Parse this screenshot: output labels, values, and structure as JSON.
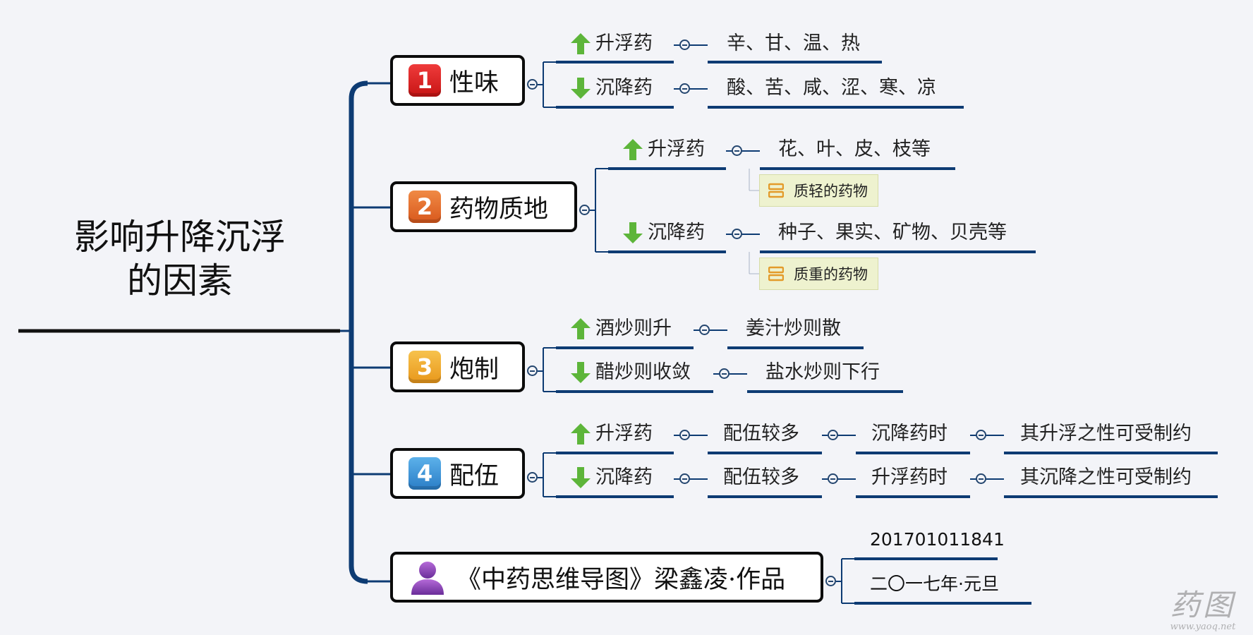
{
  "root": {
    "title": "影响升降沉浮\n的因素"
  },
  "topics": [
    {
      "badge": "1",
      "label": "性味",
      "branches": [
        {
          "direction": "up",
          "label": "升浮药",
          "items": [
            "辛、甘、温、热"
          ]
        },
        {
          "direction": "down",
          "label": "沉降药",
          "items": [
            "酸、苦、咸、涩、寒、凉"
          ]
        }
      ]
    },
    {
      "badge": "2",
      "label": "药物质地",
      "branches": [
        {
          "direction": "up",
          "label": "升浮药",
          "items": [
            "花、叶、皮、枝等"
          ],
          "note": "质轻的药物"
        },
        {
          "direction": "down",
          "label": "沉降药",
          "items": [
            "种子、果实、矿物、贝壳等"
          ],
          "note": "质重的药物"
        }
      ]
    },
    {
      "badge": "3",
      "label": "炮制",
      "branches": [
        {
          "direction": "up",
          "label": "酒炒则升",
          "items": [
            "姜汁炒则散"
          ]
        },
        {
          "direction": "down",
          "label": "醋炒则收敛",
          "items": [
            "盐水炒则下行"
          ]
        }
      ]
    },
    {
      "badge": "4",
      "label": "配伍",
      "branches": [
        {
          "direction": "up",
          "label": "升浮药",
          "items": [
            "配伍较多",
            "沉降药时",
            "其升浮之性可受制约"
          ]
        },
        {
          "direction": "down",
          "label": "沉降药",
          "items": [
            "配伍较多",
            "升浮药时",
            "其沉降之性可受制约"
          ]
        }
      ]
    }
  ],
  "author": {
    "icon": "person-icon",
    "label": "《中药思维导图》梁鑫凌·作品",
    "items": [
      "201701011841",
      "二〇一七年·元旦"
    ]
  },
  "watermark": {
    "logo": "药图",
    "url": "www.yaoq.net"
  },
  "colors": {
    "line": "#0d3b73",
    "root_line": "#111111",
    "arrow": "#5db53a",
    "note_bg": "#eef2cf"
  }
}
